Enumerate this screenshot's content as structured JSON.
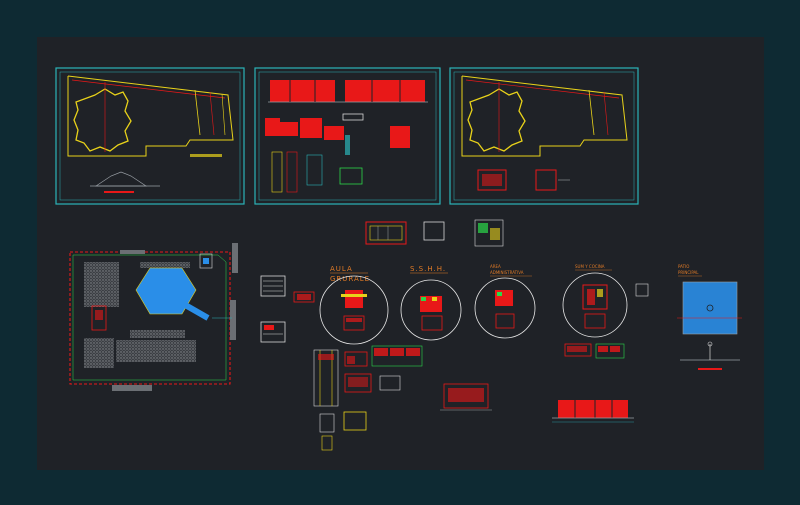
{
  "labels": {
    "aula_line1": "AULA",
    "aula_line2": "GRURALE",
    "sshh": "S.S.H.H.",
    "area_admin_line1": "AREA",
    "area_admin_line2": "ADMINISTRATIVA",
    "sum_cocina": "SUM Y COCINA",
    "patio_line1": "PATIO",
    "patio_line2": "PRINCIPAL"
  },
  "colors": {
    "outer_bg": "#0e2a33",
    "model_space": "#1f2227",
    "sheet_border": "#2bb3b8",
    "red_fill": "#e81818",
    "yellow": "#e8d21a",
    "blue_fill": "#2a8ee8",
    "label_orange": "#e07a26",
    "hatch_grey": "#6b6f74"
  }
}
